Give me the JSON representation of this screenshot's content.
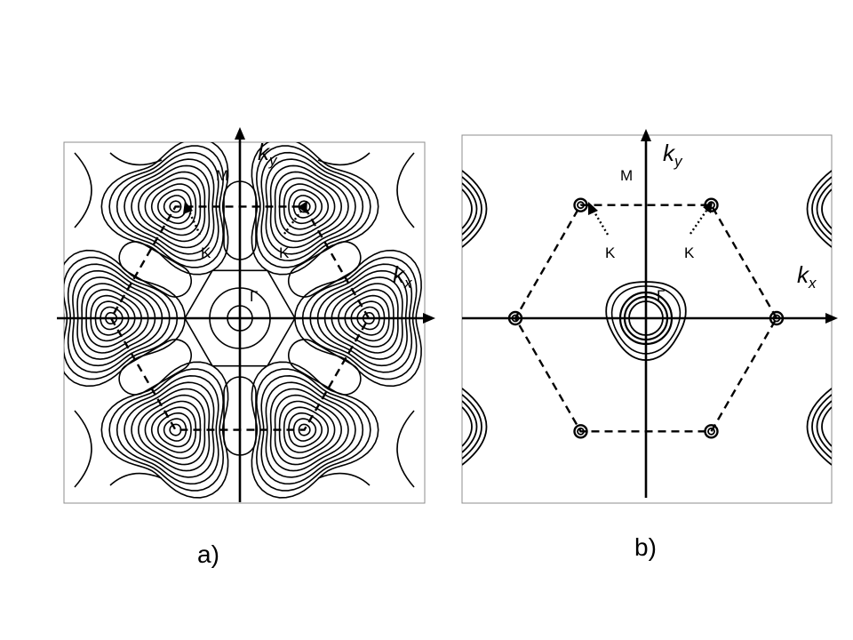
{
  "panels": [
    {
      "caption": "a)",
      "axes": {
        "kx": "k",
        "kx_sub": "x",
        "ky": "k",
        "ky_sub": "y"
      },
      "points": {
        "gamma": "Γ",
        "m": "M",
        "k_left": "K",
        "k_right": "K"
      }
    },
    {
      "caption": "b)",
      "axes": {
        "kx": "k",
        "kx_sub": "x",
        "ky": "k",
        "ky_sub": "y"
      },
      "points": {
        "gamma": "Γ",
        "m": "M",
        "k_left": "K",
        "k_right": "K"
      }
    }
  ],
  "colors": {
    "line": "#000000",
    "frame": "#8c8c8c",
    "background": "#ffffff"
  }
}
